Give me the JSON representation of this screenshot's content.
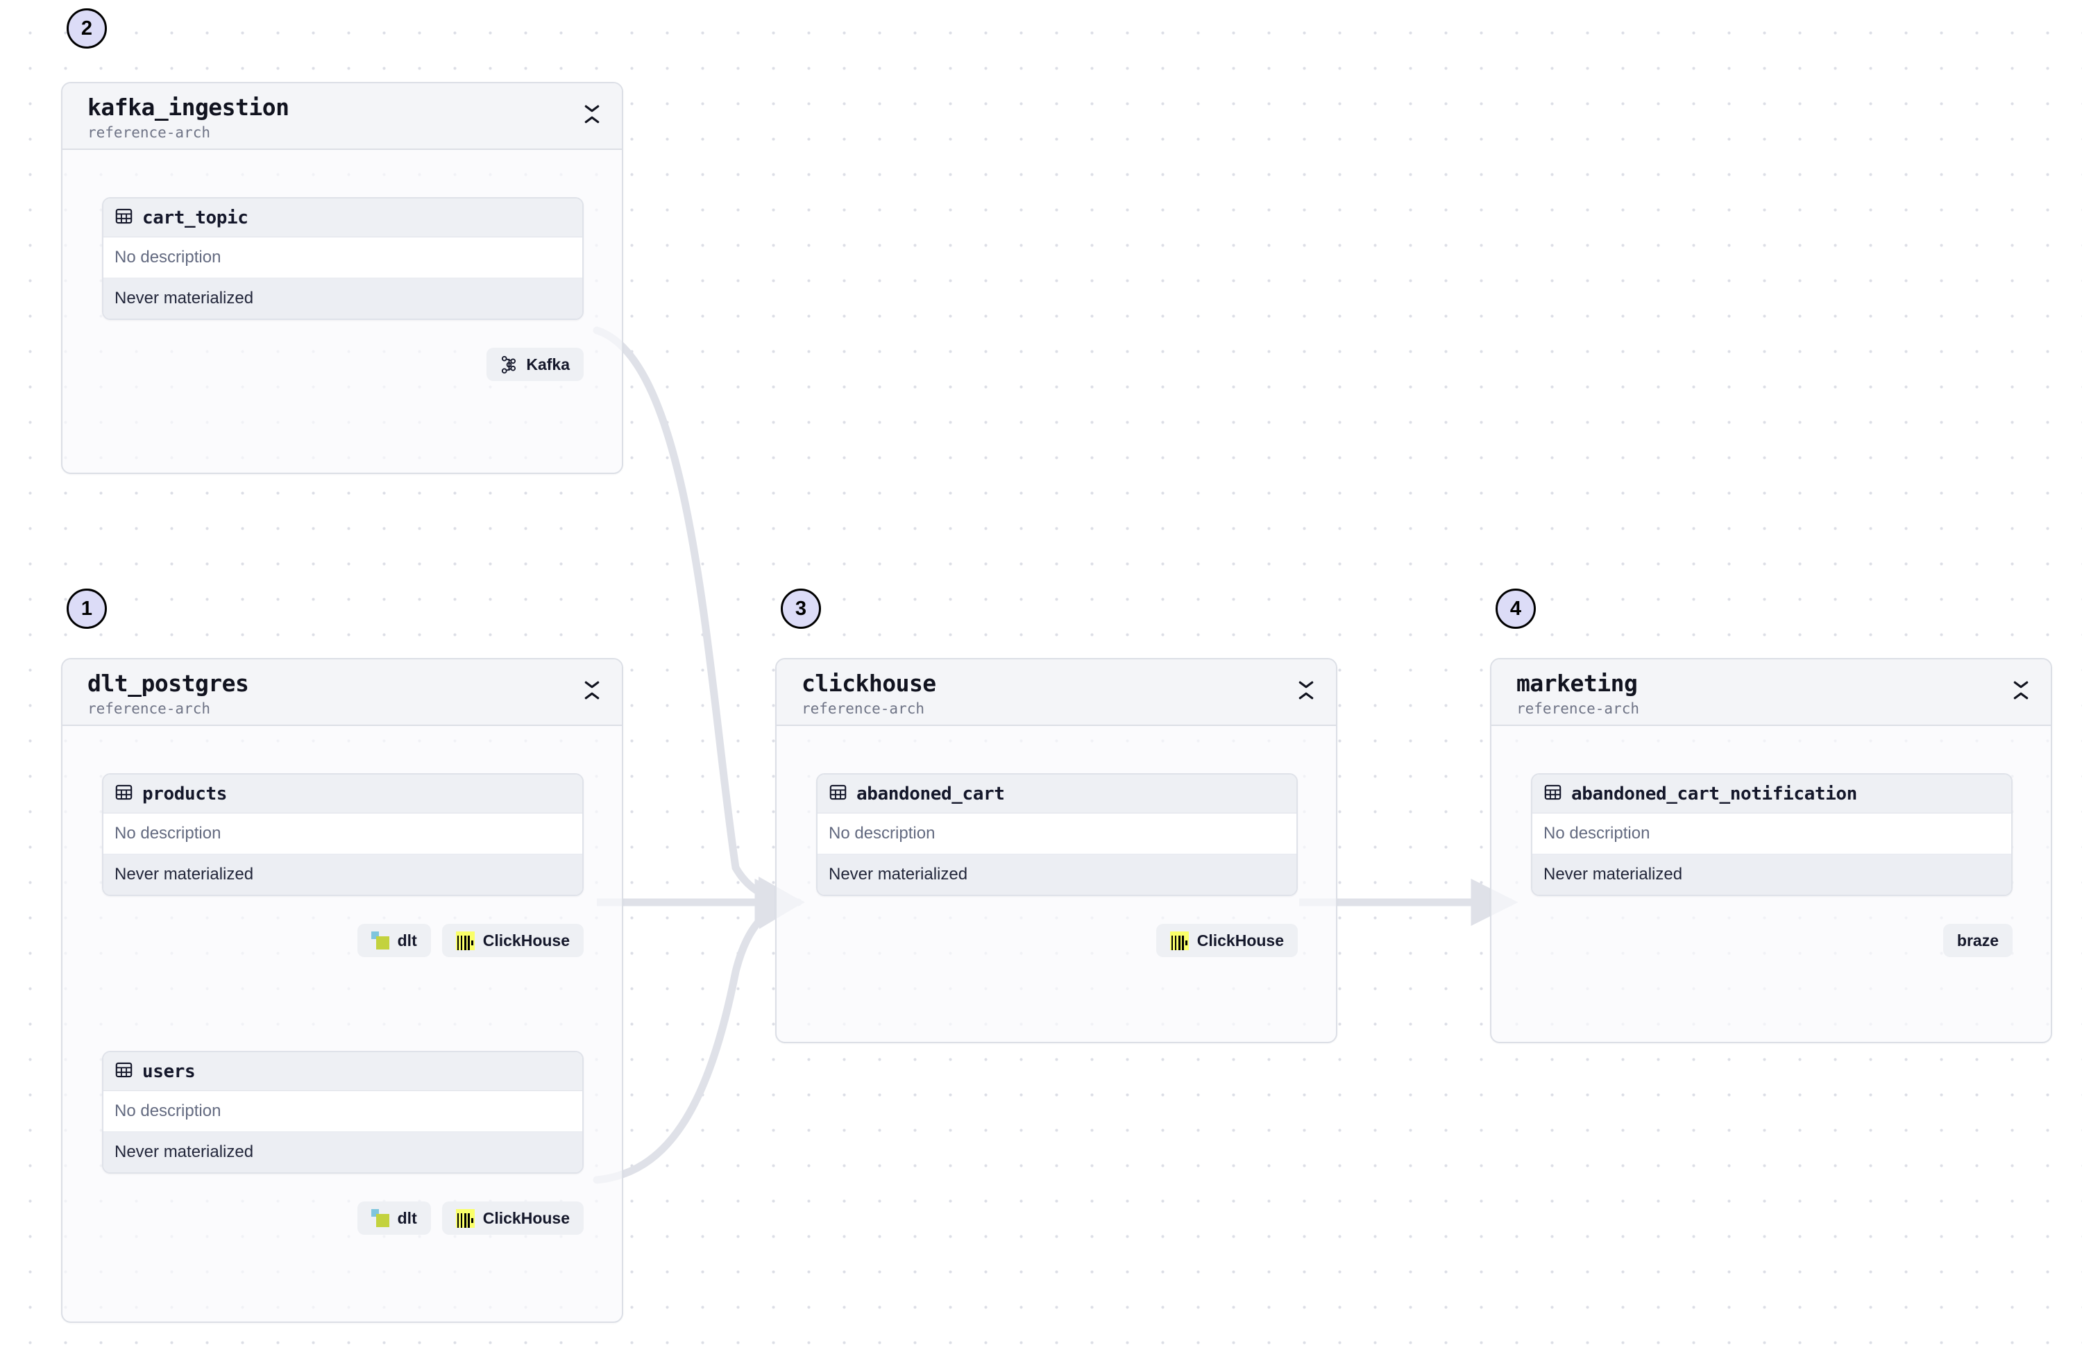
{
  "canvas": {
    "background_color": "#ffffff",
    "dot_color": "#dcdee6",
    "edge_color": "#dfe1e8",
    "accent_badge_fill": "#dcdcf7"
  },
  "steps": [
    {
      "number": "1",
      "target": "dlt_postgres"
    },
    {
      "number": "2",
      "target": "kafka_ingestion"
    },
    {
      "number": "3",
      "target": "clickhouse"
    },
    {
      "number": "4",
      "target": "marketing"
    }
  ],
  "groups": [
    {
      "id": "kafka_ingestion",
      "title": "kafka_ingestion",
      "subtitle": "reference-arch",
      "collapse_icon": "collapse-vertical-icon",
      "assets": [
        {
          "name": "cart_topic",
          "icon": "table-icon",
          "description": "No description",
          "status": "Never materialized",
          "tags": [
            {
              "label": "Kafka",
              "icon": "kafka-icon"
            }
          ]
        }
      ]
    },
    {
      "id": "dlt_postgres",
      "title": "dlt_postgres",
      "subtitle": "reference-arch",
      "collapse_icon": "collapse-vertical-icon",
      "assets": [
        {
          "name": "products",
          "icon": "table-icon",
          "description": "No description",
          "status": "Never materialized",
          "tags": [
            {
              "label": "dlt",
              "icon": "dlt-icon"
            },
            {
              "label": "ClickHouse",
              "icon": "clickhouse-icon"
            }
          ]
        },
        {
          "name": "users",
          "icon": "table-icon",
          "description": "No description",
          "status": "Never materialized",
          "tags": [
            {
              "label": "dlt",
              "icon": "dlt-icon"
            },
            {
              "label": "ClickHouse",
              "icon": "clickhouse-icon"
            }
          ]
        }
      ]
    },
    {
      "id": "clickhouse",
      "title": "clickhouse",
      "subtitle": "reference-arch",
      "collapse_icon": "collapse-vertical-icon",
      "assets": [
        {
          "name": "abandoned_cart",
          "icon": "table-icon",
          "description": "No description",
          "status": "Never materialized",
          "tags": [
            {
              "label": "ClickHouse",
              "icon": "clickhouse-icon"
            }
          ]
        }
      ]
    },
    {
      "id": "marketing",
      "title": "marketing",
      "subtitle": "reference-arch",
      "collapse_icon": "collapse-vertical-icon",
      "assets": [
        {
          "name": "abandoned_cart_notification",
          "icon": "table-icon",
          "description": "No description",
          "status": "Never materialized",
          "tags": [
            {
              "label": "braze",
              "icon": "braze-icon"
            }
          ]
        }
      ]
    }
  ],
  "edges": [
    {
      "from": "cart_topic",
      "to": "abandoned_cart"
    },
    {
      "from": "products",
      "to": "abandoned_cart"
    },
    {
      "from": "users",
      "to": "abandoned_cart"
    },
    {
      "from": "abandoned_cart",
      "to": "abandoned_cart_notification"
    }
  ]
}
